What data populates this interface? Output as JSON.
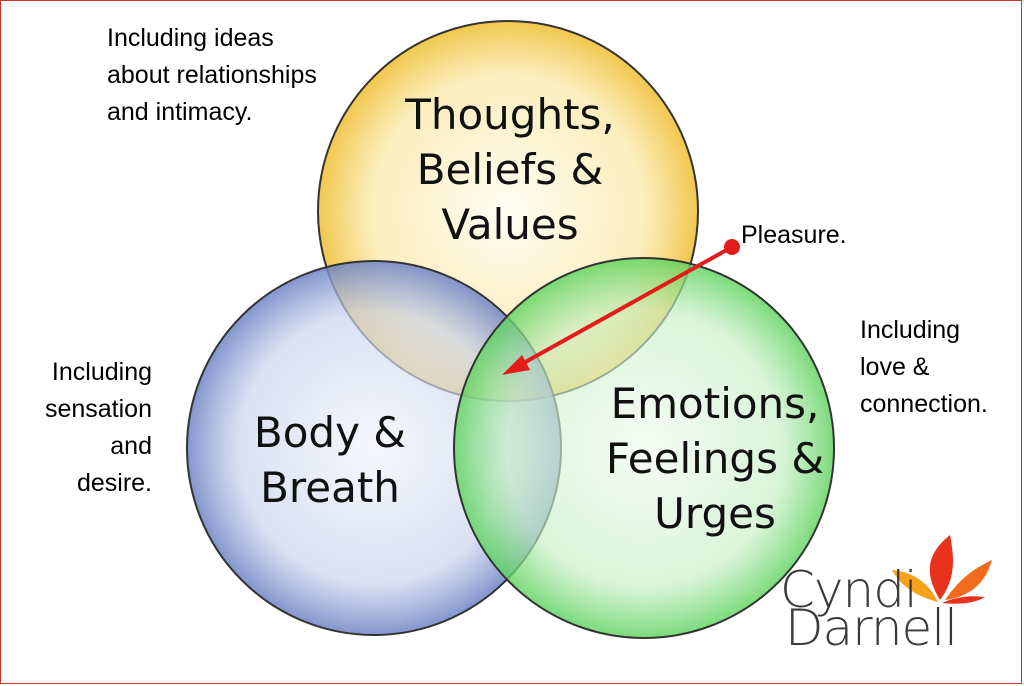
{
  "circles": {
    "top": {
      "label": "Thoughts,\nBeliefs &\nValues",
      "color": "#f3c64a"
    },
    "left": {
      "label": "Body &\nBreath",
      "color": "#6d83c4"
    },
    "right": {
      "label": "Emotions,\nFeelings &\nUrges",
      "color": "#5bd25b"
    }
  },
  "notes": {
    "top_left": "Including ideas\nabout relationships\nand intimacy.",
    "left": "Including\nsensation\nand\ndesire.",
    "right": "Including\nlove &\nconnection.",
    "pleasure": "Pleasure."
  },
  "arrow": {
    "color": "#e31b1b"
  },
  "logo": {
    "line1": "Cyndi",
    "line2": "Darnell",
    "petal_colors": [
      "#e8321e",
      "#f26a1b",
      "#f8a21a"
    ]
  }
}
